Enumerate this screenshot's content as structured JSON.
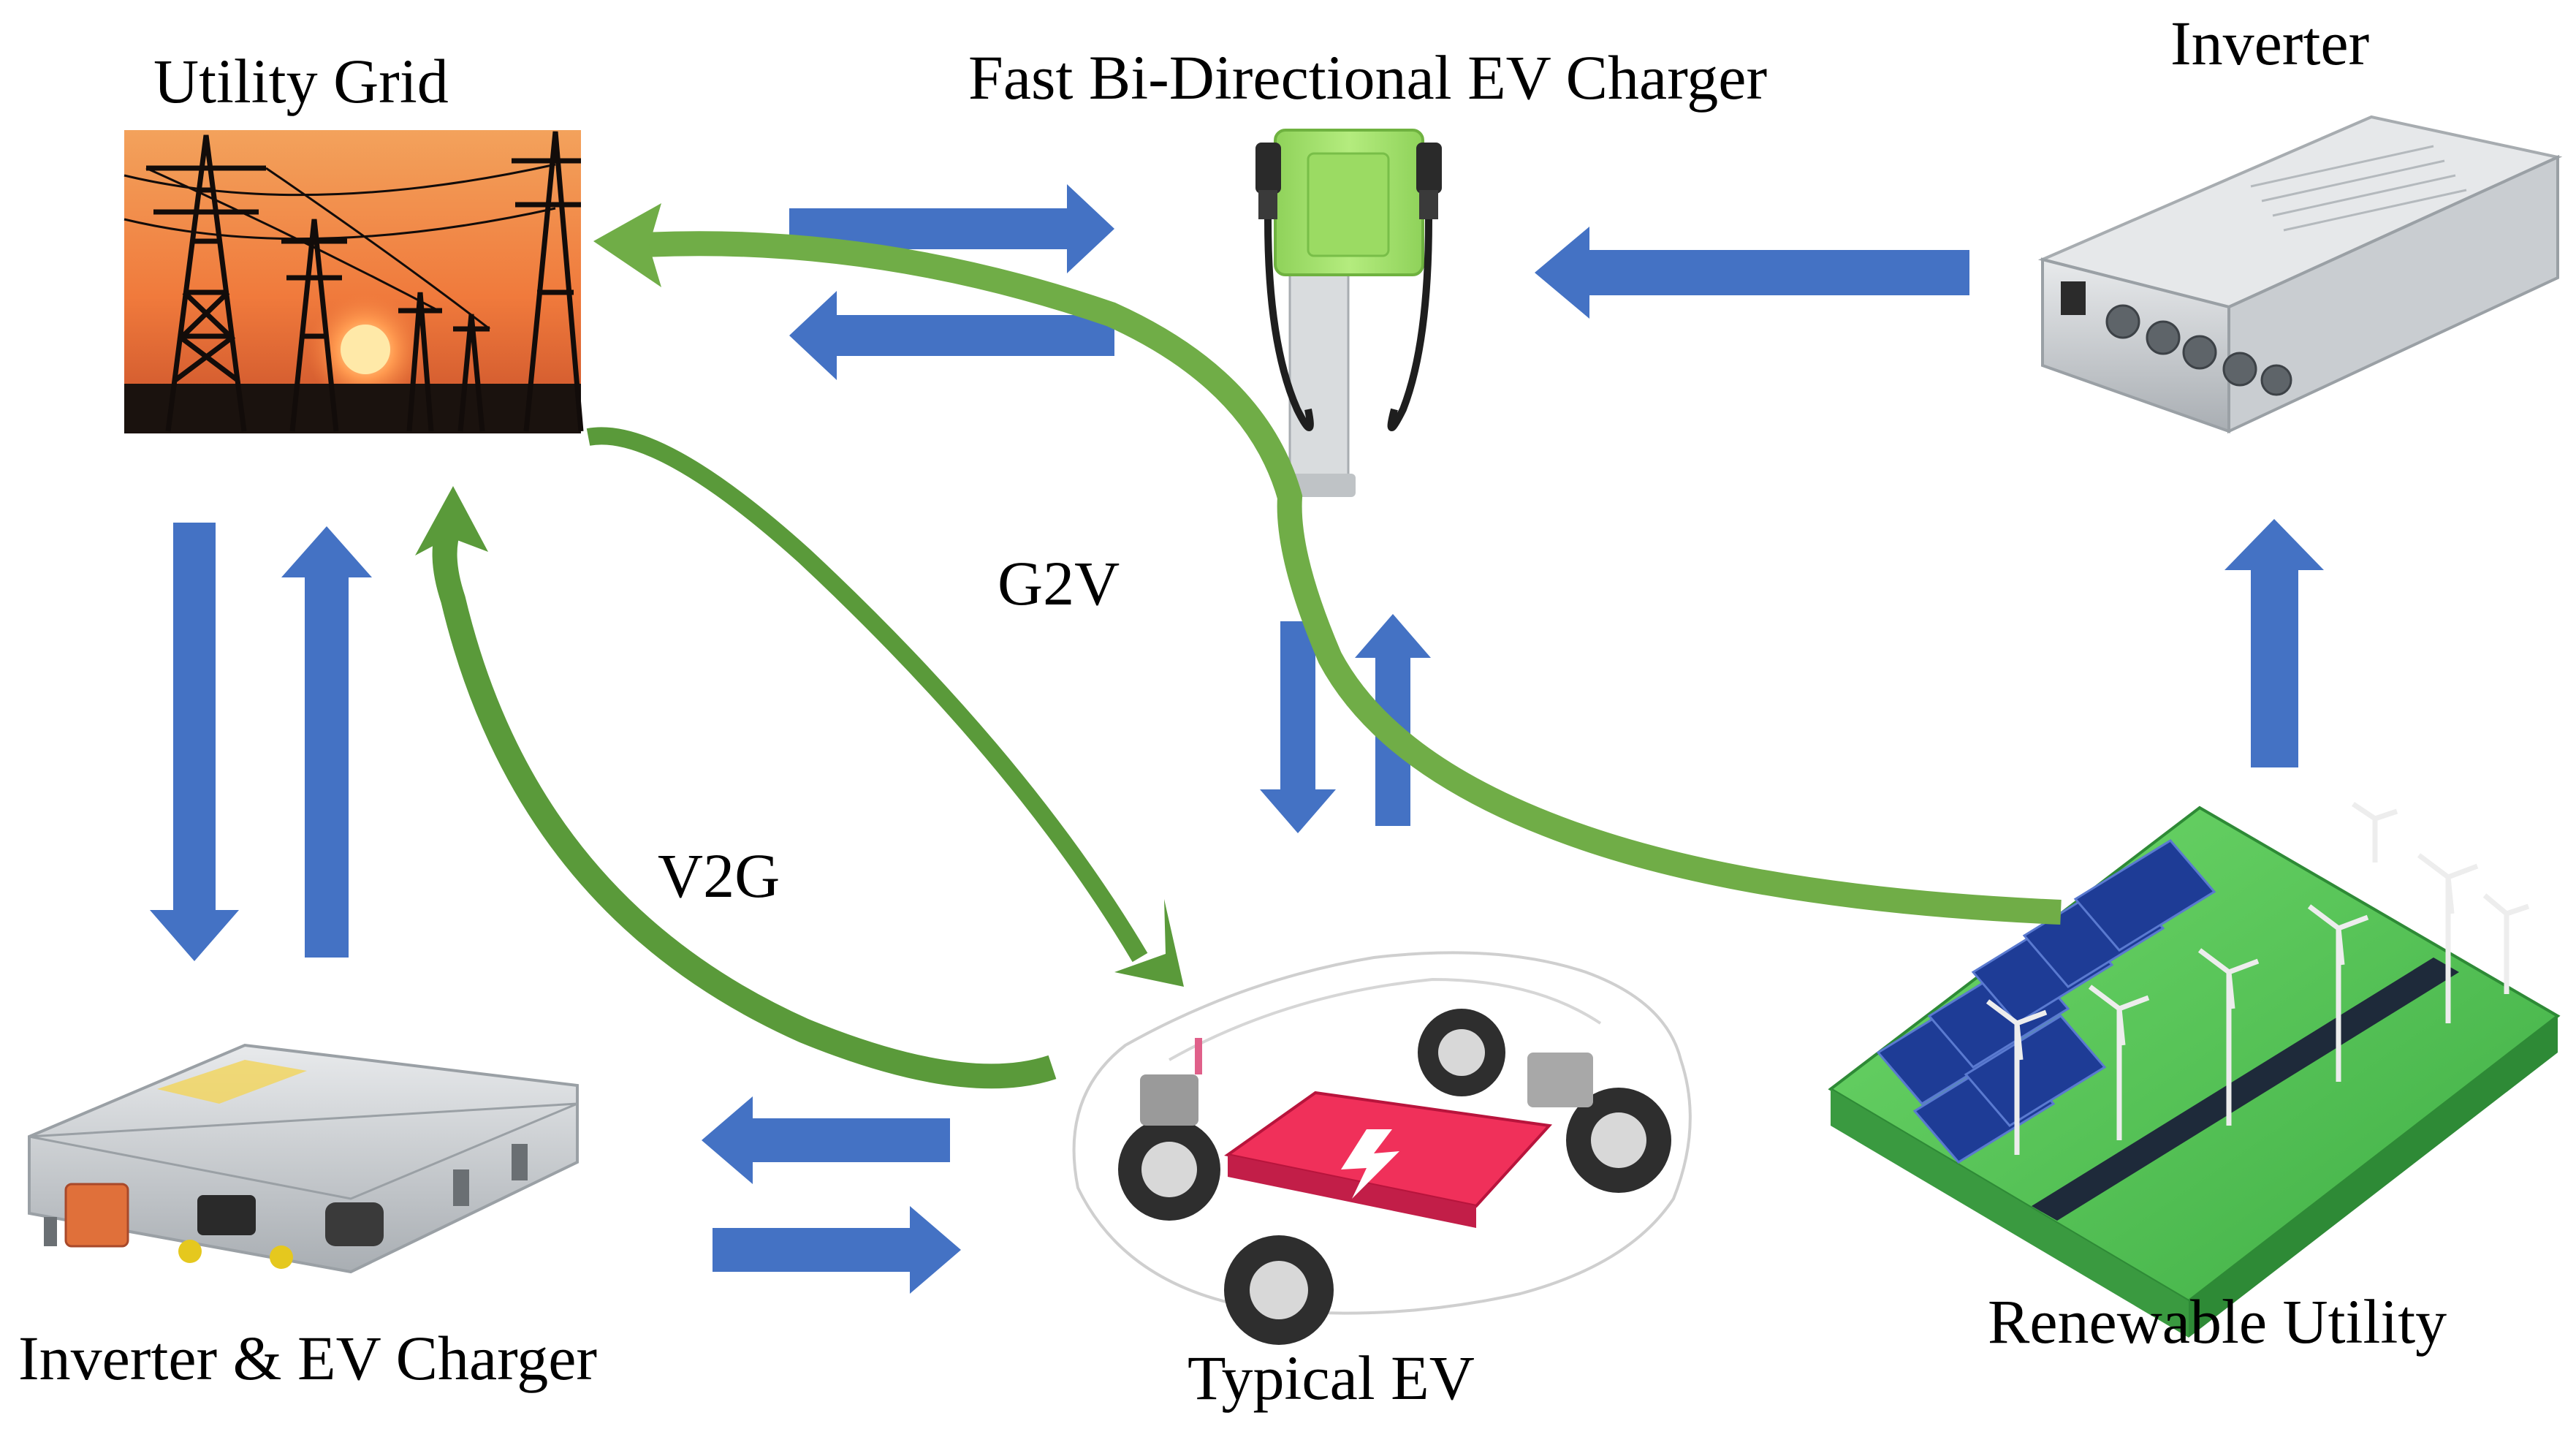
{
  "labels": {
    "utility_grid": "Utility Grid",
    "fast_charger": "Fast Bi-Directional EV Charger",
    "inverter": "Inverter",
    "g2v": "G2V",
    "v2g": "V2G",
    "inverter_charger": "Inverter & EV Charger",
    "typical_ev": "Typical EV",
    "renewable_utility": "Renewable Utility"
  },
  "colors": {
    "flow_arrow": "#4472C4",
    "grid_flow_arrow": "#70AD47",
    "grid_flow_arrow_dark": "#5A9A3A",
    "charger_body": "#A6E36E",
    "battery_pack": "#F0305A",
    "solar_field": "#5CC85C",
    "solar_panel": "#1E3C96",
    "sunset_sky": "#F07A3C"
  },
  "icons": {
    "utility_grid": "power-pylon-sunset-photo",
    "fast_charger": "ev-charging-station",
    "inverter": "inverter-unit",
    "inverter_charger": "onboard-charger-unit",
    "typical_ev": "ev-chassis-battery",
    "renewable_utility": "solar-wind-farm"
  }
}
